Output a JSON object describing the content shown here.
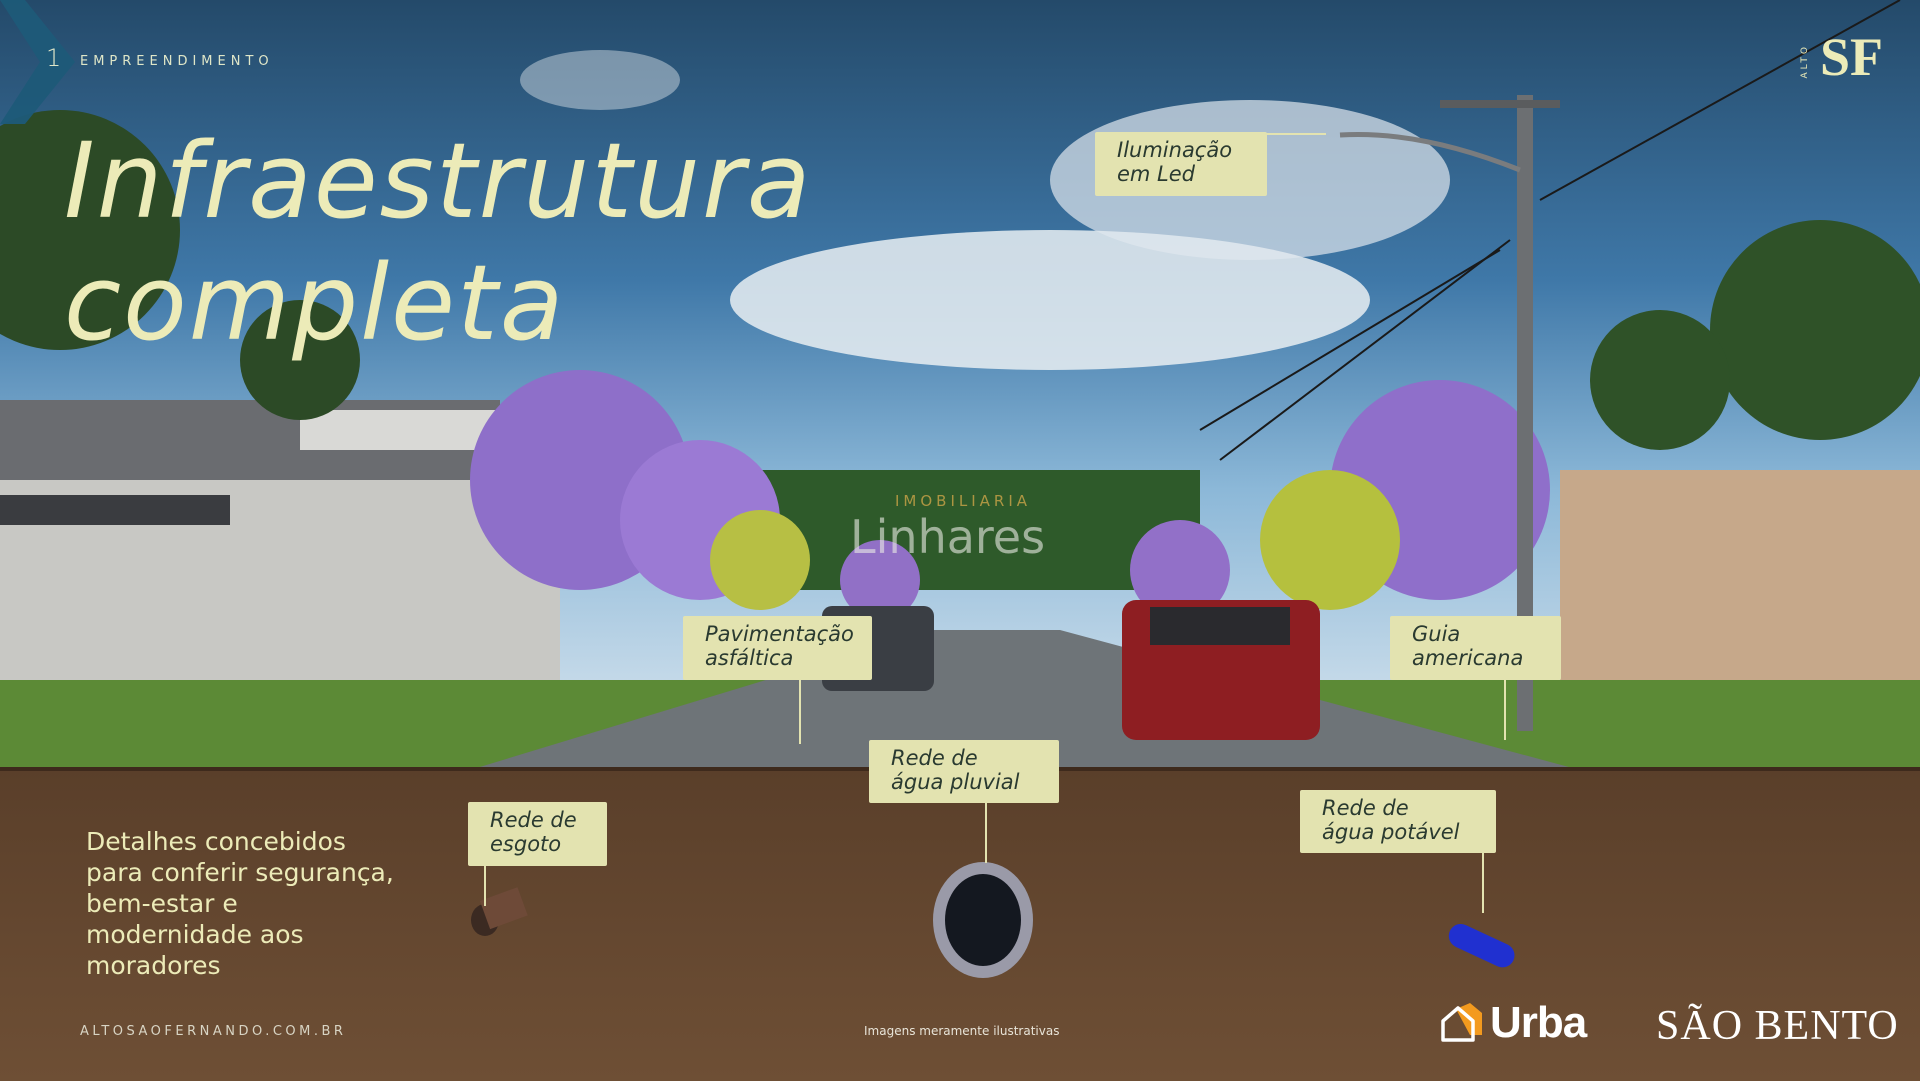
{
  "header": {
    "section_number": "1",
    "section_name": "EMPREENDIMENTO"
  },
  "title": {
    "line1": "Infraestrutura",
    "line2": "completa"
  },
  "labels": {
    "lighting": {
      "line1": "Iluminação",
      "line2": "em Led"
    },
    "paving": {
      "line1": "Pavimentação",
      "line2": "asfáltica"
    },
    "curb": {
      "line1": "Guia",
      "line2": "americana"
    },
    "storm_water": {
      "line1": "Rede de",
      "line2": "água pluvial"
    },
    "sewage": {
      "line1": "Rede de",
      "line2": "esgoto"
    },
    "drinking_water": {
      "line1": "Rede de",
      "line2": "água potável"
    }
  },
  "description": "Detalhes concebidos para conferir segurança, bem-estar e modernidade aos moradores",
  "footer": {
    "url": "ALTOSAOFERNANDO.COM.BR",
    "disclaimer": "Imagens meramente ilustrativas"
  },
  "logos": {
    "brand": "SF",
    "brand_prefix": "ALTO",
    "partner1": "Urba",
    "partner2": "SÃO BENTO"
  },
  "watermark": {
    "line1": "IMOBILIARIA",
    "line2": "Linhares"
  },
  "colors": {
    "accent": "#ecebb8",
    "label_bg": "#e3e3b0",
    "chevron": "#1d5a78",
    "urba_orange": "#f39a1e"
  }
}
